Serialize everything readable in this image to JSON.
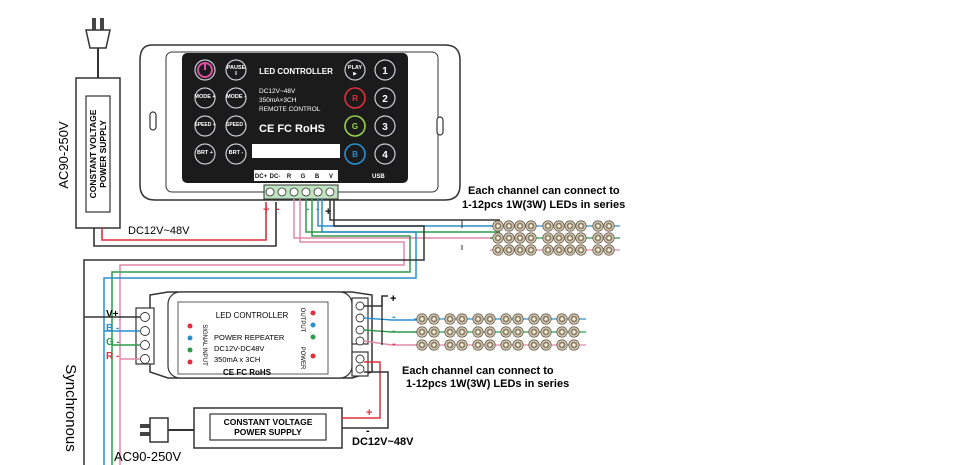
{
  "supply_top": {
    "label_line1": "CONSTANT VOLTAGE",
    "label_line2": "POWER SUPPLY",
    "ac_input": "AC90-250V",
    "dc_output": "DC12V~48V"
  },
  "controller": {
    "title": "LED CONTROLLER",
    "spec_line1": "DC12V~48V",
    "spec_line2": "350mA×3CH",
    "spec_line3": "REMOTE CONTROL",
    "certs": "CE FC RoHS",
    "usb": "USB",
    "buttons_left": [
      "",
      "PAUSE",
      "MODE +",
      "MODE -",
      "SPEED +",
      "SPEED -",
      "BRT +",
      "BRT -"
    ],
    "buttons_right": [
      "PLAY",
      "1",
      "R",
      "2",
      "G",
      "3",
      "B",
      "4"
    ],
    "terminals": [
      "DC+",
      "DC-",
      "R",
      "G",
      "B",
      "V"
    ],
    "polarity_minus": "-",
    "polarity_plus": "+"
  },
  "note_top": {
    "line1": "Each channel can connect to",
    "line2": "1-12pcs 1W(3W) LEDs in series"
  },
  "repeater": {
    "title": "LED CONTROLLER",
    "signal_input": "SIGNAL INPUT",
    "output": "OUTPUT",
    "power": "POWER",
    "line1": "POWER REPEATER",
    "line2": "DC12V-DC48V",
    "line3": "350mA x 3CH",
    "certs": "CE FC RoHS",
    "input_labels": [
      "V+",
      "B -",
      "G -",
      "R -"
    ],
    "output_plus": "+",
    "output_minus": [
      "-",
      "-",
      "-"
    ]
  },
  "note_bottom": {
    "line1": "Each channel can connect to",
    "line2": "1-12pcs 1W(3W) LEDs in series"
  },
  "supply_bottom": {
    "label_line1": "CONSTANT VOLTAGE",
    "label_line2": "POWER SUPPLY",
    "ac_input": "AC90-250V",
    "dc_output": "DC12V~48V",
    "plus": "+",
    "minus": "-"
  },
  "side_label": "Synchronous",
  "colors": {
    "red": "#e0303c",
    "green": "#2e9a4a",
    "blue": "#2a8fd0",
    "pink": "#e08aa8",
    "wire_gray": "#333333",
    "panel": "#1b1b1b"
  }
}
